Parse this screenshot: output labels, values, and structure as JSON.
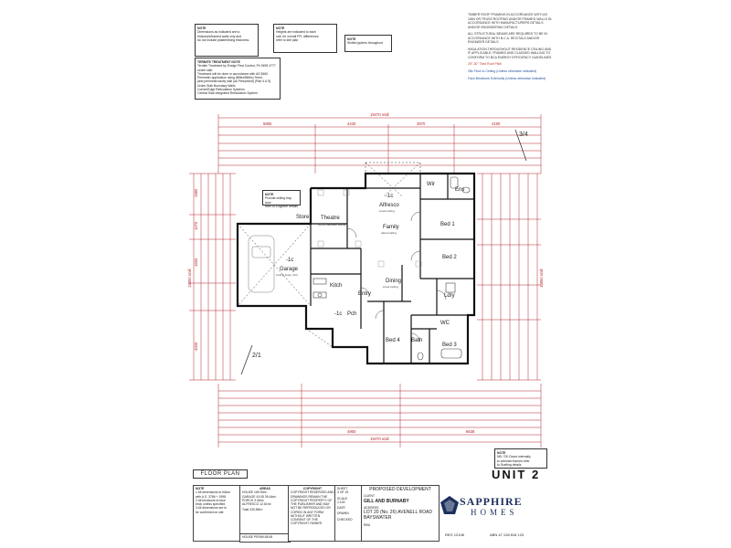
{
  "notes": {
    "dims_note": {
      "heading": "NOTE",
      "lines": [
        "Dimensions as indicated are to",
        "brickwork/framed walls only and",
        "do not include plaster/lining thickness."
      ]
    },
    "heights_note": {
      "heading": "NOTE",
      "lines": [
        "Heights are indicated to each",
        "unit, for overall FFL differences",
        "refer to site plan"
      ]
    },
    "gutters_note": {
      "heading": "NOTE",
      "lines": [
        "Slotted gutters throughout"
      ]
    },
    "termite": {
      "heading": "TERMITE TREATMENT NOTE",
      "lines": [
        "Termite Treatment by Ensign Pest Control, Ph 9499 4777",
        "Under slab",
        "Treatment will be done in accordance with AS 3660.",
        "Perimeter application using (Biflex/Biflex) Termi-",
        "pest perimeter/cavity wall (as Prescribed) (Part 4 & 5)",
        "Under Slab Boundary Walls",
        "Corner/Edge Reticulation Systems",
        "Central Slab Integrated Reticulation System"
      ]
    },
    "pest_note": {
      "heading": "NOTE",
      "lines": [
        "Provide ceiling trap door",
        "refer to Engineer details"
      ]
    },
    "lower_note": {
      "heading": "NOTE",
      "lines": [
        "NB: 700 Doors internally",
        "to selected frames refer",
        "to Drafting details"
      ]
    }
  },
  "spec_notes": {
    "roof": "TIMBER ROOF FRAMING IN ACCORDANCE WITH AS 1684 OR TRUSS ROOFING AND/OR FRAMED WALLS IN ACCORDANCE WITH MANUFACTURERS DETAILS AND/OR ENGINEERING DETAILS",
    "beams": "ALL STRUCTURAL BEAMS ARE REQUIRED TO BE IN ACCORDANCE WITH B.C.A. RECITALS AND/OR ENGINEER DETAILS",
    "insulation": "INSULATION THROUGHOUT RESIDENCE CEILING AND IF APPLICABLE, FRAMED AND CLADDED WALLING TO CONFORM TO BCA ENERGY EFFICIENCY GUIDELINES",
    "pitch": "25°-30° Tiled Roof Pitch",
    "ceiling": "28c Floor to Ceiling (Unless otherwise indicated)",
    "brick": "Face Brickwork Externally (Unless otherwise indicated)"
  },
  "rooms": {
    "alfresco": "Alfresco",
    "alfresco_suffix": "-1c",
    "wir": "Wir",
    "ens": "Ens",
    "bed1": "Bed 1",
    "bed2": "Bed 2",
    "bed3": "Bed 3",
    "bed4": "Bed 4",
    "family": "Family",
    "dining": "Dining",
    "theatre": "Theatre",
    "store": "Store",
    "garage": "Garage",
    "garage_suffix": "-1c",
    "kitch": "Kitch",
    "entry": "Entry",
    "pch": "Pch",
    "pch_prefix": "-1c",
    "ldry": "Ldry",
    "bath": "Bath",
    "wc": "WC"
  },
  "room_notes": {
    "alfresco": "Lined ceiling",
    "theatre": "2024 h acoustic ceiling",
    "family": "raked ceiling",
    "garage": "Ceiling lined, (Ctr)",
    "dining": "Lined ceiling"
  },
  "dimensions": {
    "overall": "19470 o/all",
    "top": [
      "5880",
      "4430",
      "3970",
      "4190"
    ],
    "bottom": [
      "4960",
      "8638"
    ],
    "left": [
      "1980",
      "1070",
      "1650",
      "4000"
    ],
    "right_overall": "15850 o/all",
    "left_overall": "13850 o/all"
  },
  "sheet_marks": {
    "upper": "3/4",
    "lower": "2/1"
  },
  "title_block": {
    "floor_plan": "FLOOR PLAN",
    "unit": "UNIT 2",
    "areas_heading": "AREAS",
    "areas": [
      "HOUSE  169.92m²",
      "GARAGE 43.05  39.44m²",
      "PORCH  3.46m²",
      "ALFRESCO 12.61m²"
    ],
    "areas_total": "Total  230.85m²",
    "house_perim": "HOUSE PERIM  88.08",
    "notes_heading": "NOTE",
    "notes": [
      "1 All dimensions to follow",
      "  with A.S. 3786 + 1998",
      "2 All brickwork to face",
      "  brick unless specified",
      "3 All dimensions are to",
      "  be confirmed on site"
    ],
    "copyright_heading": "COPYRIGHT",
    "copyright": "COPYRIGHT RESERVED AND DRAWINGS REMAIN THE COPYRIGHT PROPERTY OF THE PUBLISHER AND MAY NOT BE REPRODUCED OR COPIED IN ANY FORM WITHOUT WRITTEN CONSENT OF THE COPYRIGHT OWNER",
    "sheet_label": "SHEET",
    "sheet_no": "3",
    "sheet_of": "OF 15",
    "scale_label": "SCALE",
    "scale": "1:100",
    "date_label": "DATE",
    "drawn_label": "DRAWN",
    "checked_label": "CHECKED",
    "project": "PROPOSED  DEVELOPMENT",
    "client_label": "CLIENT",
    "client": "GILL AND BURNABY",
    "address_label": "ADDRESS",
    "address": "LOT 20 (No. 26) AVENELL ROAD",
    "suburb": "BAYSWATER",
    "code": "RBU",
    "brand_name": "SAPPHIRE",
    "brand_sub": "HOMES",
    "abn": "ABN 47 128 818 123",
    "reg": "REG 12108"
  }
}
